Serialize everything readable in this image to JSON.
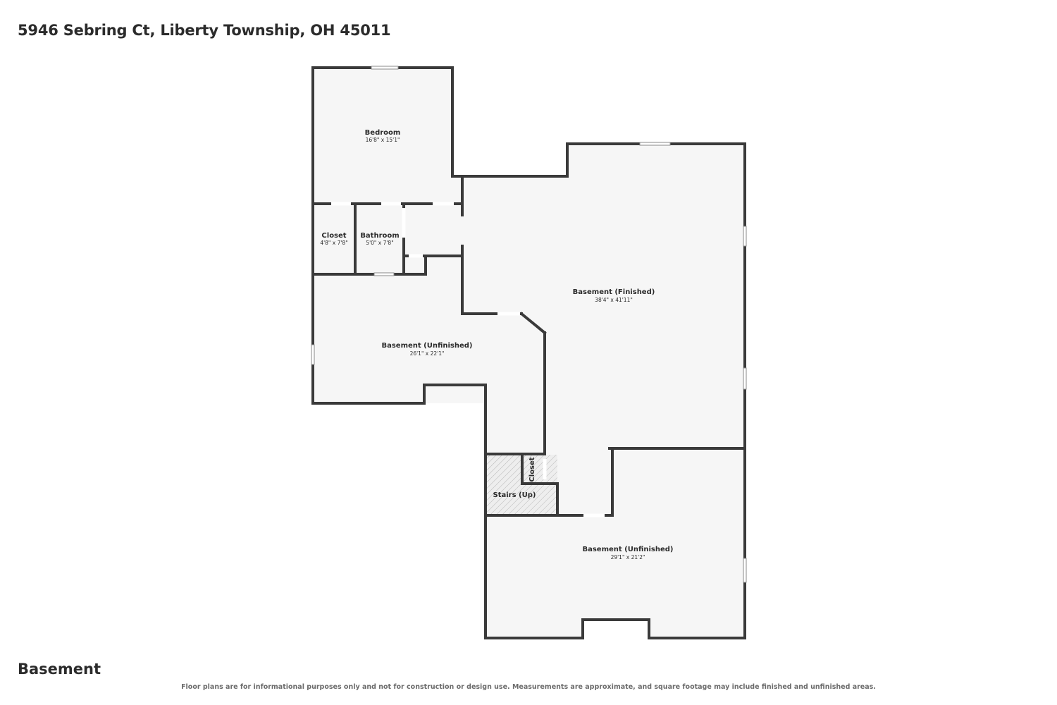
{
  "header": {
    "address": "5946 Sebring Ct, Liberty Township, OH 45011"
  },
  "footer": {
    "floor_name": "Basement",
    "disclaimer": "Floor plans are for informational purposes only and not for construction or design use. Measurements are approximate, and square footage may include finished and unfinished areas."
  },
  "rooms": {
    "bedroom": {
      "name": "Bedroom",
      "dims": "16'8\" x 15'1\""
    },
    "closet_main": {
      "name": "Closet",
      "dims": "4'8\" x 7'8\""
    },
    "bathroom": {
      "name": "Bathroom",
      "dims": "5'0\" x 7'8\""
    },
    "basement_finished": {
      "name": "Basement (Finished)",
      "dims": "38'4\" x 41'11\""
    },
    "basement_unfinished_west": {
      "name": "Basement (Unfinished)",
      "dims": "26'1\" x 22'1\""
    },
    "basement_unfinished_south": {
      "name": "Basement (Unfinished)",
      "dims": "29'1\" x 21'2\""
    },
    "closet_small": {
      "name": "Closet"
    },
    "stairs": {
      "name": "Stairs (Up)"
    }
  },
  "colors": {
    "wall": "#3a3a3a",
    "floor": "#f6f6f6",
    "text": "#2b2b2b"
  }
}
